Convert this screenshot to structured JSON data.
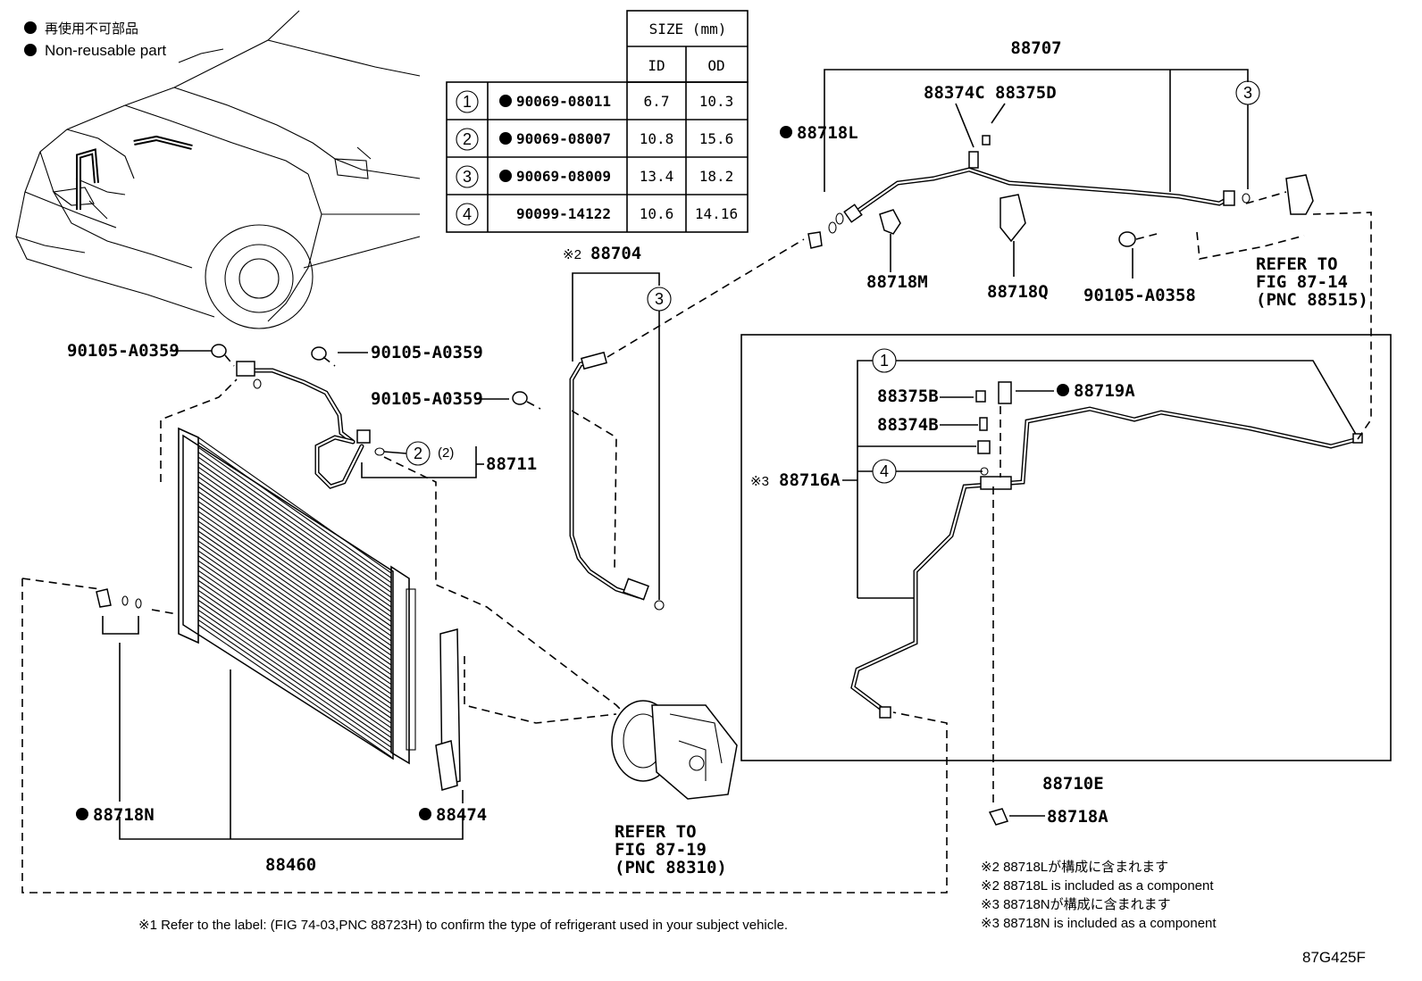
{
  "legend": {
    "jp": "再使用不可部品",
    "en": "Non-reusable part"
  },
  "size_table": {
    "header": "SIZE (mm)",
    "col_id": "ID",
    "col_od": "OD",
    "rows": [
      {
        "ref": "1",
        "part": "90069-08011",
        "non_reusable": true,
        "id": "6.7",
        "od": "10.3"
      },
      {
        "ref": "2",
        "part": "90069-08007",
        "non_reusable": true,
        "id": "10.8",
        "od": "15.6"
      },
      {
        "ref": "3",
        "part": "90069-08009",
        "non_reusable": true,
        "id": "13.4",
        "od": "18.2"
      },
      {
        "ref": "4",
        "part": "90099-14122",
        "non_reusable": false,
        "id": "10.6",
        "od": "14.16"
      }
    ]
  },
  "callouts": {
    "c88707": "88707",
    "c88374C": "88374C",
    "c88375D": "88375D",
    "c88718L": "88718L",
    "c88718M": "88718M",
    "c88718Q": "88718Q",
    "c90105_A0358": "90105-A0358",
    "c88704": "88704",
    "c88704_prefix": "※2",
    "c90105_1": "90105-A0359",
    "c90105_2": "90105-A0359",
    "c90105_3": "90105-A0359",
    "c88711": "88711",
    "c88711_sub": "(2)",
    "c88375B": "88375B",
    "c88374B": "88374B",
    "c88719A": "88719A",
    "c88716A": "88716A",
    "c88716A_prefix": "※3",
    "c88710E": "88710E",
    "c88718A": "88718A",
    "c88718N": "88718N",
    "c88474": "88474",
    "c88460": "88460",
    "ring_1": "1",
    "ring_2": "2",
    "ring_3a": "3",
    "ring_3b": "3",
    "ring_4": "4"
  },
  "refer_right": [
    "REFER TO",
    "FIG 87-14",
    "(PNC 88515)"
  ],
  "refer_bottom": [
    "REFER TO",
    "FIG 87-19",
    "(PNC 88310)"
  ],
  "notes": [
    "※2 88718Lが構成に含まれます",
    "※2 88718L is included as a component",
    "※3 88718Nが構成に含まれます",
    "※3 88718N is included as a component"
  ],
  "footnote": "※1 Refer to the label: (FIG 74-03,PNC 88723H) to confirm the type of refrigerant used in your subject vehicle.",
  "figure_id": "87G425F"
}
